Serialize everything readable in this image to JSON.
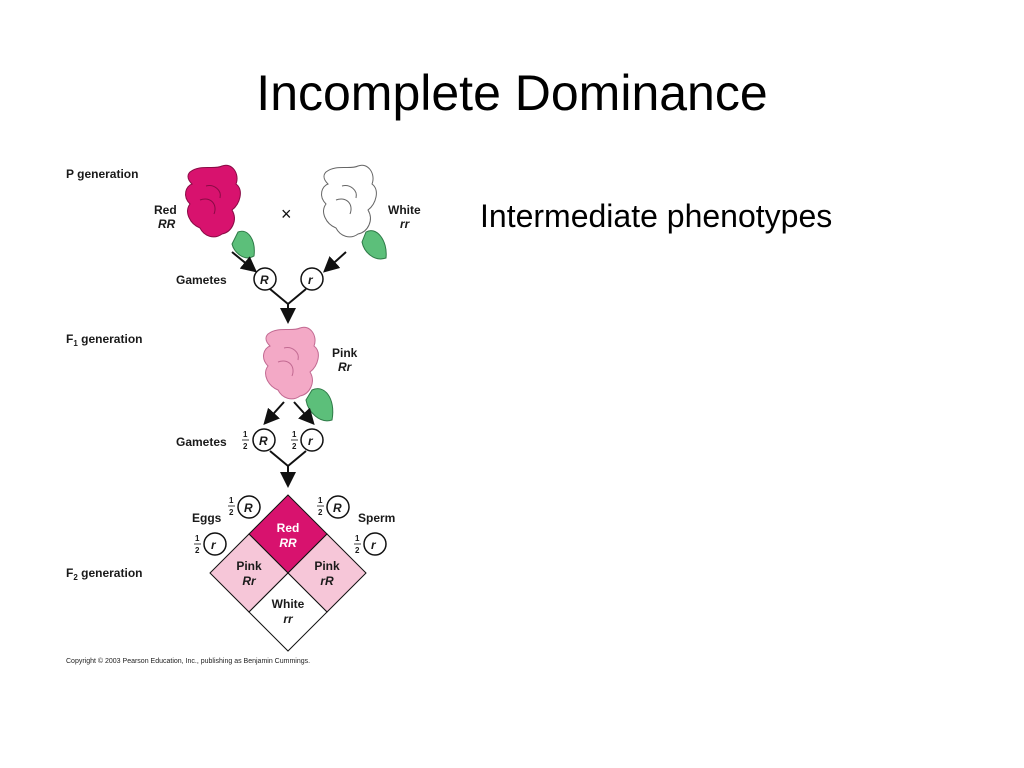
{
  "slide": {
    "title": "Incomplete Dominance",
    "bullet": "Intermediate phenotypes"
  },
  "colors": {
    "red": "#d8126e",
    "pink": "#f6c6d8",
    "pink_flower": "#f3a9c6",
    "white": "#ffffff",
    "leaf": "#5cbf7a"
  },
  "diagram": {
    "p_generation": "P generation",
    "f1_generation_prefix": "F",
    "f1_generation_sub": "1",
    "f1_generation_suffix": " generation",
    "f2_generation_prefix": "F",
    "f2_generation_sub": "2",
    "f2_generation_suffix": " generation",
    "red_label": "Red",
    "red_genotype": "RR",
    "cross_symbol": "×",
    "white_label": "White",
    "white_genotype": "rr",
    "gametes_label_1": "Gametes",
    "gamete_R": "R",
    "gamete_r": "r",
    "pink_label": "Pink",
    "pink_genotype": "Rr",
    "gametes_label_2": "Gametes",
    "half_num": "1",
    "half_den": "2",
    "eggs_label": "Eggs",
    "sperm_label": "Sperm",
    "punnett": {
      "top": {
        "phenotype": "Red",
        "genotype": "RR"
      },
      "left": {
        "phenotype": "Pink",
        "genotype": "Rr"
      },
      "right": {
        "phenotype": "Pink",
        "genotype": "rR"
      },
      "bottom": {
        "phenotype": "White",
        "genotype": "rr"
      }
    },
    "copyright": "Copyright © 2003 Pearson Education, Inc., publishing as Benjamin Cummings."
  }
}
